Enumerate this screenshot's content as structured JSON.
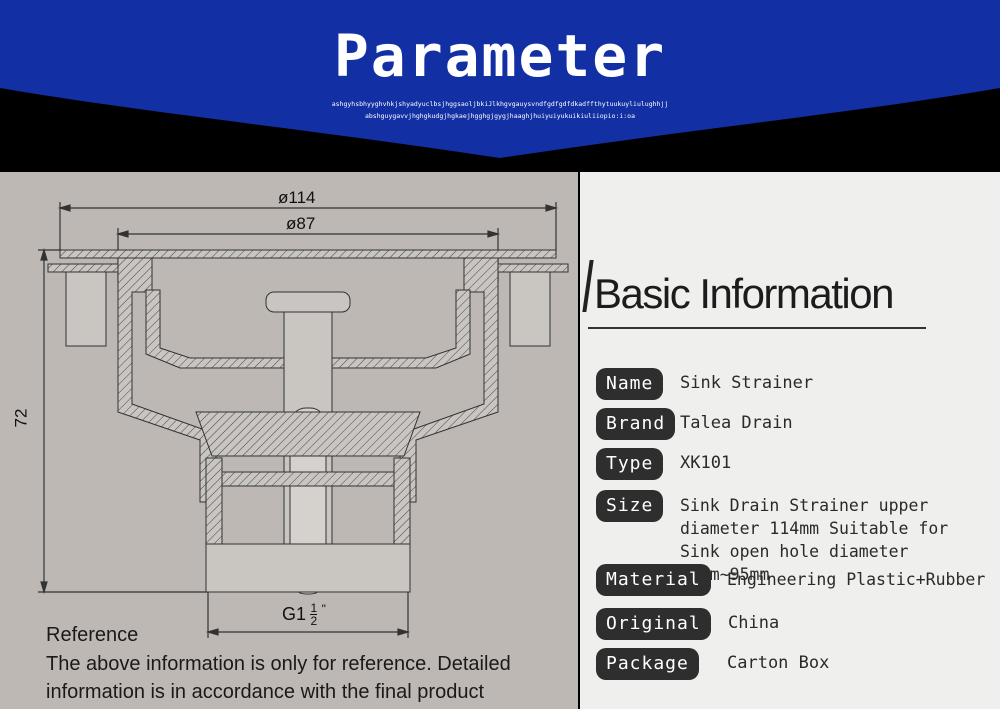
{
  "header": {
    "title": "Parameter",
    "subtitle_line1": "ashgyhsbhyyghvhkjshyadyuclbsjhggsaoljbkiJlkhgvgauysvndfgdfgdfdkadffthytuukuyliulughhjj",
    "subtitle_line2": "abshguygavvjhghgkudgjhgkaejhgghgjgygjhaaghjhuiyuiyukuikiuliiopio:i:oa",
    "colors": {
      "banner": "#1230a4",
      "background": "#000000"
    }
  },
  "diagram": {
    "dim_outer": "ø114",
    "dim_inner": "ø87",
    "dim_height": "72",
    "dim_thread_main": "G1",
    "dim_thread_num": "1",
    "dim_thread_den": "2",
    "dim_thread_mark": "\"",
    "reference_title": "Reference",
    "reference_text": "The above information is only for reference. Detailed information is in accordance with the final product"
  },
  "info": {
    "title": "Basic Information",
    "rows": [
      {
        "label": "Name",
        "value": "Sink Strainer"
      },
      {
        "label": "Brand",
        "value": "Talea Drain"
      },
      {
        "label": "Type",
        "value": "XK101"
      },
      {
        "label": "Size",
        "value": "Sink Drain Strainer upper diameter 114mm  Suitable for Sink open hole diameter 88mm~95mm"
      },
      {
        "label": "Material",
        "value": "Engineering Plastic+Rubber"
      },
      {
        "label": "Original",
        "value": "China"
      },
      {
        "label": "Package",
        "value": "Carton Box"
      }
    ]
  }
}
